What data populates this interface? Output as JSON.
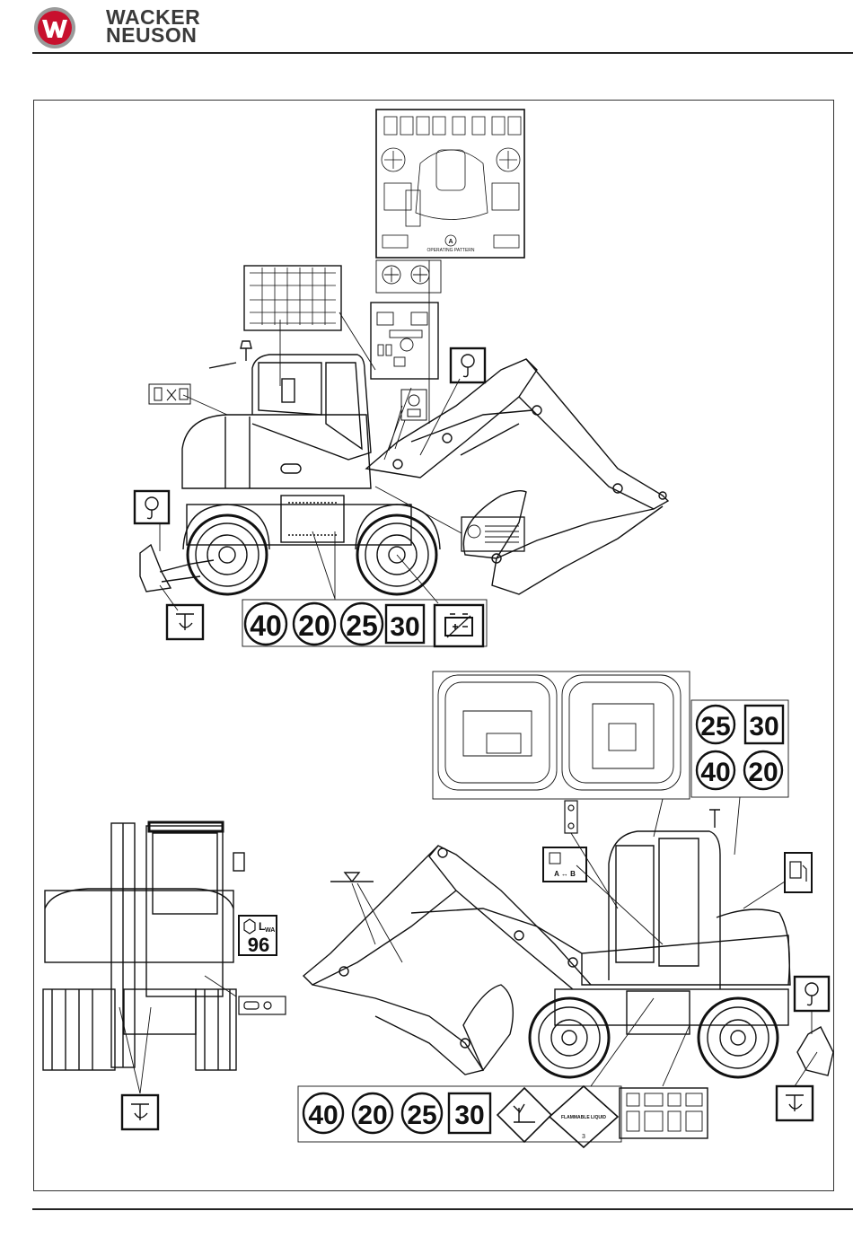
{
  "header": {
    "brand_line1": "WACKER",
    "brand_line2": "NEUSON",
    "logo_icon": "wacker-neuson-w-logo-icon"
  },
  "labels": {
    "speed_top": [
      "40",
      "20",
      "25",
      "30"
    ],
    "speed_mid_grid": [
      "25",
      "30",
      "40",
      "20"
    ],
    "speed_bottom": [
      "40",
      "20",
      "25",
      "30"
    ],
    "noise_prefix": "L",
    "noise_sub": "WA",
    "noise_value": "96",
    "operating_pattern_caption": "OPERATING PATTERN",
    "pattern_letter": "A",
    "flammable_text": "FLAMMABLE LIQUID",
    "flammable_class": "3",
    "switch_ab": "A ↔ B"
  },
  "icons": {
    "lift_hook": "hook-lifting-point-icon",
    "tie_down": "tie-down-point-icon",
    "battery": "battery-icon",
    "environment": "environment-hazard-icon",
    "fuel": "fuel-diesel-icon",
    "lamp": "beacon-lamp-icon"
  }
}
